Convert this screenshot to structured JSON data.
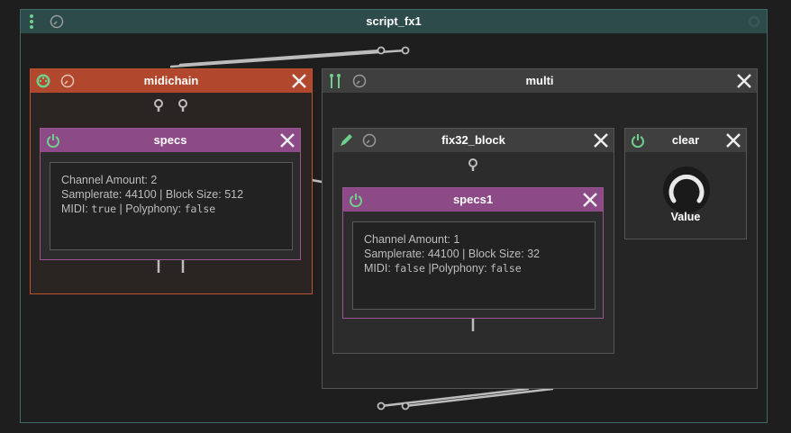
{
  "root": {
    "title": "script_fx1"
  },
  "midichain": {
    "title": "midichain"
  },
  "specs": {
    "title": "specs",
    "line1_label": "Channel Amount:",
    "line1_value": "2",
    "samplerate_label": "Samplerate:",
    "samplerate_value": "44100",
    "sep": "|",
    "blocksize_label": "Block Size:",
    "blocksize_value": "512",
    "midi_label": "MIDI:",
    "midi_value": "true",
    "polyphony_label": "Polyphony:",
    "polyphony_value": "false"
  },
  "multi": {
    "title": "multi"
  },
  "fix32_block": {
    "title": "fix32_block"
  },
  "specs1": {
    "title": "specs1",
    "line1_label": "Channel Amount:",
    "line1_value": "1",
    "samplerate_label": "Samplerate:",
    "samplerate_value": "44100",
    "sep": "|",
    "blocksize_label": "Block Size:",
    "blocksize_value": "32",
    "midi_label": "MIDI:",
    "midi_value": "false",
    "sep2": "|",
    "polyphony_label": "Polyphony:",
    "polyphony_value": "false"
  },
  "clear": {
    "title": "clear",
    "knob_label": "Value"
  },
  "colors": {
    "root_header": "#2d4b4a",
    "midichain_header": "#b1472c",
    "multi_header": "#3f3f3f",
    "specs_header": "#8c4a86",
    "power_green": "#6fd08c"
  }
}
